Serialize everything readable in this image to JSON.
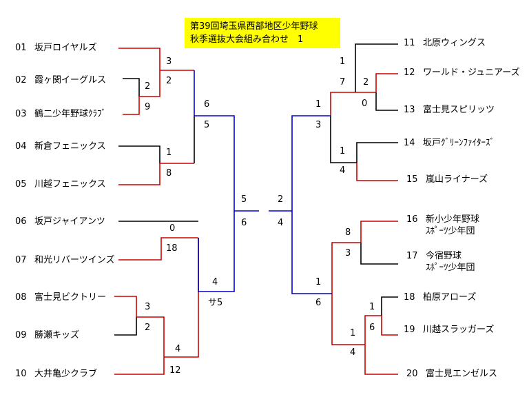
{
  "title": {
    "line1": "第39回埼玉県西部地区少年野球",
    "line2": "秋季選抜大会組み合わせ　1"
  },
  "teams": [
    {
      "num": "01",
      "name": "坂戸ロイヤルズ"
    },
    {
      "num": "02",
      "name": "霞ヶ関イーグルス"
    },
    {
      "num": "03",
      "name": "鶴二少年野球ｸﾗﾌﾞ"
    },
    {
      "num": "04",
      "name": "新倉フェニックス"
    },
    {
      "num": "05",
      "name": "川越フェニックス"
    },
    {
      "num": "06",
      "name": "坂戸ジャイアンツ"
    },
    {
      "num": "07",
      "name": "和光リバーツインズ"
    },
    {
      "num": "08",
      "name": "富士見ビクトリー"
    },
    {
      "num": "09",
      "name": "勝瀬キッズ"
    },
    {
      "num": "10",
      "name": "大井亀少クラブ"
    },
    {
      "num": "11",
      "name": "北原ウィングス"
    },
    {
      "num": "12",
      "name": "ワールド・ジュニアーズ"
    },
    {
      "num": "13",
      "name": "富士見スピリッツ"
    },
    {
      "num": "14",
      "name": "坂戸ｸﾞﾘｰﾝﾌｧｲﾀｰｽﾞ"
    },
    {
      "num": "15",
      "name": "嵐山ライナーズ"
    },
    {
      "num": "16",
      "name": "新小少年野球"
    },
    {
      "num": "17",
      "name": "今宿野球"
    },
    {
      "num": "18",
      "name": "柏原アローズ"
    },
    {
      "num": "19",
      "name": "川越スラッガーズ"
    },
    {
      "num": "20",
      "name": "富士見エンゼルス"
    }
  ],
  "team_sublabels": {
    "t16": "ｽﾎﾟｰﾂ少年団",
    "t17": "ｽﾎﾟｰﾂ少年団"
  },
  "scores": {
    "s01": "3",
    "s02_03_top": "2",
    "s02_03_bot": "9",
    "s03_side": "2",
    "s04": "1",
    "s05": "8",
    "sL1_top": "6",
    "sL1_bot": "5",
    "s06": "0",
    "s07": "18",
    "s08": "3",
    "s09": "2",
    "s10_top": "4",
    "s10_bot": "12",
    "sL2_top": "4",
    "sL2_bot": "サ5",
    "sLF_top": "5",
    "sLF_bot": "6",
    "sRF_top": "2",
    "sRF_bot": "4",
    "s11": "1",
    "s12_13_top": "2",
    "s12_13_bot": "0",
    "s12_side": "7",
    "sR1_top": "1",
    "sR1_bot": "3",
    "s14": "1",
    "s15": "4",
    "s16": "8",
    "s17": "3",
    "sR2_top": "1",
    "sR2_bot": "6",
    "s18": "1",
    "s19": "6",
    "s20_top": "1",
    "s20_bot": "4"
  },
  "colors": {
    "winner_line": "#cc0000",
    "semi_line": "#0000cc",
    "loser_line": "#000000",
    "title_bg": "#ffff00"
  }
}
